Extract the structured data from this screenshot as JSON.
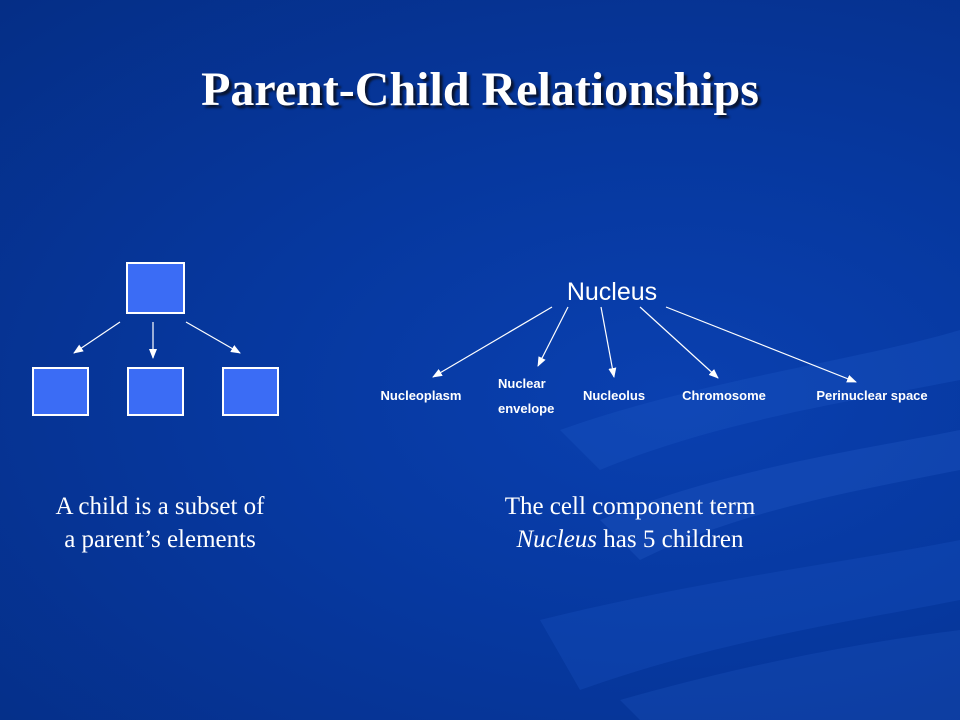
{
  "slide": {
    "title": "Parent-Child Relationships"
  },
  "tree_diagram": {
    "root": "Nucleus",
    "children": [
      {
        "label": "Nucleoplasm"
      },
      {
        "label_line1": "Nuclear",
        "label_line2": "envelope"
      },
      {
        "label": "Nucleolus"
      },
      {
        "label": "Chromosome"
      },
      {
        "label": "Perinuclear space"
      }
    ]
  },
  "captions": {
    "left_line1": "A child is a subset of",
    "left_line2": "a parent’s elements",
    "right_line1": "The cell component term",
    "right_line2_italic": "Nucleus",
    "right_line2_rest": " has 5 children"
  },
  "colors": {
    "background": "#06389f",
    "box_fill": "#3b6cf5",
    "box_stroke": "#ffffff",
    "text": "#ffffff"
  }
}
